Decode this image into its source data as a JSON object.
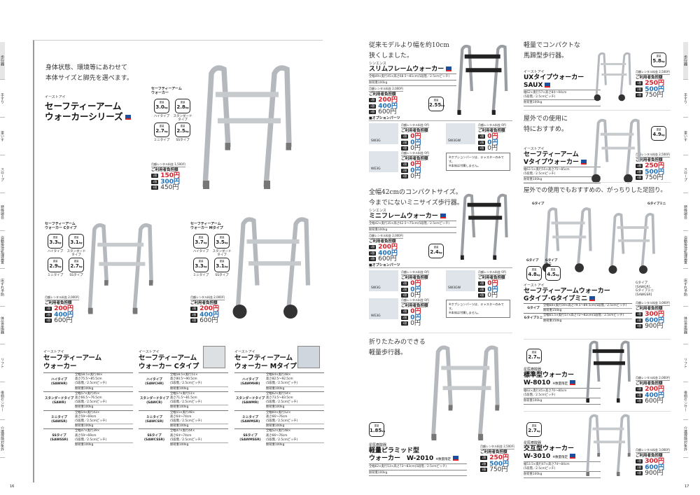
{
  "side_tabs_left": [
    {
      "label": "歩行器",
      "active": true
    },
    {
      "label": "手すり"
    },
    {
      "label": "車いす"
    },
    {
      "label": "スロープ"
    },
    {
      "label": "特殊寝台"
    },
    {
      "label": "自動排泄処理装置"
    },
    {
      "label": "床ずれ予防"
    },
    {
      "label": "体位変換器"
    },
    {
      "label": "リフト"
    },
    {
      "label": "徘徊センサー"
    },
    {
      "label": "介護保険対象外"
    }
  ],
  "page_numbers": {
    "left": "16",
    "right": "17"
  },
  "left": {
    "headline": "身体状態、環境等にあわせて\n本体サイズと脚先を選べます。",
    "series": {
      "maker": "イーストアイ",
      "title": "セーフティーアーム\nウォーカーシリーズ"
    },
    "groups": [
      {
        "label": "セーフティーアーム\nウォーカー",
        "badges": [
          {
            "w": "3.0",
            "l": "ハイタイプ"
          },
          {
            "w": "2.8",
            "l": "スタンダード\nタイプ"
          },
          {
            "w": "2.7",
            "l": "ミニタイプ"
          },
          {
            "w": "2.5",
            "l": "SSタイプ"
          }
        ],
        "price": {
          "note": "月額レンタル料金 1,500円",
          "title": "ご利用者負担額",
          "rows": [
            {
              "tag": "1割",
              "v": "150円"
            },
            {
              "tag": "2割",
              "v": "300円"
            },
            {
              "tag": "3割",
              "v": "450円"
            }
          ]
        }
      },
      {
        "label": "セーフティーアーム\nウォーカー Cタイプ",
        "badges": [
          {
            "w": "3.3",
            "l": "ハイタイプ"
          },
          {
            "w": "3.1",
            "l": "スタンダード\nタイプ"
          },
          {
            "w": "2.9",
            "l": "ミニタイプ"
          },
          {
            "w": "2.7",
            "l": "SSタイプ"
          }
        ],
        "price": {
          "note": "月額レンタル料金 2,000円",
          "title": "ご利用者負担額",
          "rows": [
            {
              "tag": "1割",
              "v": "200円"
            },
            {
              "tag": "2割",
              "v": "400円"
            },
            {
              "tag": "3割",
              "v": "600円"
            }
          ]
        }
      },
      {
        "label": "セーフティーアーム\nウォーカー Mタイプ",
        "badges": [
          {
            "w": "3.7",
            "l": "ハイタイプ"
          },
          {
            "w": "3.5",
            "l": "スタンダード\nタイプ"
          },
          {
            "w": "3.3",
            "l": "ミニタイプ"
          },
          {
            "w": "3.1",
            "l": "SSタイプ"
          }
        ],
        "price": {
          "note": "月額レンタル料金 2,000円",
          "title": "ご利用者負担額",
          "rows": [
            {
              "tag": "1割",
              "v": "200円"
            },
            {
              "tag": "2割",
              "v": "400円"
            },
            {
              "tag": "3割",
              "v": "600円"
            }
          ]
        }
      }
    ],
    "badge_label": "重量",
    "unit": "kg",
    "spec_tables": [
      {
        "maker": "イーストアイ",
        "title": "セーフティーアーム\nウォーカー",
        "rows": [
          {
            "name": "ハイタイプ\n(SAWHR)",
            "size": "全幅58.5×奥行48×\n高さ75.5～85.5cm\n(5段階／2.5cmピッチ)",
            "load": "耐荷重100kg"
          },
          {
            "name": "スタンダードタイプ\n(SAWR)",
            "size": "全幅57×奥行45×\n高さ66.5～76.5cm\n(5段階／2.5cmピッチ)",
            "load": "耐荷重100kg"
          },
          {
            "name": "ミニタイプ\n(SAWSR)",
            "size": "全幅54×奥行43×\n高さ59～69cm\n(5段階／2.5cmピッチ)",
            "load": "耐荷重100kg"
          },
          {
            "name": "SSタイプ\n(SAWSSR)",
            "size": "全幅47×奥行39×\n高さ59～69cm\n(5段階／2.5cmピッチ)",
            "load": "耐荷重100kg"
          }
        ]
      },
      {
        "maker": "イーストアイ",
        "title": "セーフティーアーム\nウォーカー Cタイプ",
        "rows": [
          {
            "name": "ハイタイプ\n(SAWCHR)",
            "size": "全幅58.5×奥行51×\n高さ80.5～90.5cm\n(5段階／2.5cmピッチ)",
            "load": "耐荷重100kg"
          },
          {
            "name": "スタンダードタイプ\n(SAWCR)",
            "size": "全幅57×奥行51×\n高さ71.5～81.5cm\n(5段階／2.5cmピッチ)",
            "load": "耐荷重100kg"
          },
          {
            "name": "ミニタイプ\n(SAWCSR)",
            "size": "全幅55×奥行48×\n高さ64～74cm\n(5段階／2.5cmピッチ)",
            "load": "耐荷重100kg"
          },
          {
            "name": "SSタイプ\n(SAWCSSR)",
            "size": "全幅47×奥行44×\n高さ64～74cm\n(5段階／2.5cmピッチ)",
            "load": "耐荷重100kg"
          }
        ]
      },
      {
        "maker": "イーストアイ",
        "title": "セーフティーアーム\nウォーカー Mタイプ",
        "rows": [
          {
            "name": "ハイタイプ\n(SAWMHR)",
            "size": "全幅64×奥行48×\n高さ82.5～92.5cm\n(5段階／2.5cmピッチ)",
            "load": "耐荷重100kg"
          },
          {
            "name": "スタンダードタイプ\n(SAWMR)",
            "size": "全幅62×奥行54×\n高さ73.5～83.5cm\n(5段階／2.5cmピッチ)",
            "load": "耐荷重100kg"
          },
          {
            "name": "ミニタイプ\n(SAWMSR)",
            "size": "全幅60×奥行52×\n高さ66～76cm\n(5段階／2.5cmピッチ)",
            "load": "耐荷重100kg"
          },
          {
            "name": "SSタイプ\n(SAWMSSR)",
            "size": "全幅52×奥行48×\n高さ66～76cm\n(5段階／2.5cmピッチ)",
            "load": "耐荷重100kg"
          }
        ]
      }
    ]
  },
  "right": {
    "option_heading": "■オプションパーツ",
    "option_note": "※オプションパーツは、キャスターのみです。\n※本体は付属しません。",
    "option_price": {
      "note": "月額レンタル料金 0円",
      "title": "ご利用者負担額",
      "rows": [
        {
          "tag": "1割",
          "v": "0円"
        },
        {
          "tag": "2割",
          "v": "0円"
        },
        {
          "tag": "3割",
          "v": "0円"
        }
      ]
    },
    "option_codes": [
      "SW3G",
      "SW3GW",
      "WE3G"
    ],
    "products": [
      {
        "headline": "従来モデルより幅を約10cm\n狭くしました。",
        "maker": "シンエンス",
        "title": "スリムフレームウォーカー",
        "spec": "全幅49×奥行45×高さ68.5～81cm(5段階／2.5cmピッチ)",
        "load": "耐荷重100kg",
        "weight": "2.55",
        "price": {
          "note": "月額レンタル料金 2,000円",
          "title": "ご利用者負担額",
          "rows": [
            {
              "tag": "1割",
              "v": "200円"
            },
            {
              "tag": "2割",
              "v": "400円"
            },
            {
              "tag": "3割",
              "v": "600円"
            }
          ]
        }
      },
      {
        "headline": "全幅42cmのコンパクトサイズ。\n今までにないミニサイズ歩行器。",
        "maker": "シンエンス",
        "title": "ミニフレームウォーカー",
        "spec": "全幅42×奥行35×高さ62.5～75cm(5段階／2.5cmピッチ)",
        "load": "耐荷重100kg",
        "weight": "2.4",
        "price": {
          "note": "月額レンタル料金 2,000円",
          "title": "ご利用者負担額",
          "rows": [
            {
              "tag": "1割",
              "v": "200円"
            },
            {
              "tag": "2割",
              "v": "400円"
            },
            {
              "tag": "3割",
              "v": "600円"
            }
          ]
        }
      },
      {
        "headline": "折りたたみのできる\n軽量歩行器。",
        "maker": "星医療酸器",
        "title": "軽量ピラミッド型\nウォーカー　W-2010",
        "limited": "※数量限定",
        "spec": "全幅62×奥行53×高さ73～83cm(5段階／2.5cmピッチ)",
        "load": "耐荷重100kg",
        "weight": "1.85",
        "price": {
          "note": "月額レンタル料金 2,500円",
          "title": "ご利用者負担額",
          "rows": [
            {
              "tag": "1割",
              "v": "250円"
            },
            {
              "tag": "2割",
              "v": "500円"
            },
            {
              "tag": "3割",
              "v": "750円"
            }
          ]
        }
      },
      {
        "headline": "軽量でコンパクトな\n馬蹄型歩行器。",
        "maker": "イーストアイ",
        "title": "UXタイプウォーカー\nSAUX",
        "spec": "幅62×奥行57×高さ84～94cm\n(5段階／2.5cmピッチ)",
        "load": "耐荷重100kg",
        "weight": "5.8",
        "price": {
          "note": "月額レンタル料金 2,500円",
          "title": "ご利用者負担額",
          "rows": [
            {
              "tag": "1割",
              "v": "250円"
            },
            {
              "tag": "2割",
              "v": "500円"
            },
            {
              "tag": "3割",
              "v": "750円"
            }
          ]
        }
      },
      {
        "headline": "屋外での使用に\n特におすすめ。",
        "maker": "イーストアイ",
        "title": "セーフティーアーム\nVタイプウォーカー",
        "spec": "幅63.5×奥行55×高さ75～85cm\n(5段階／2.5cmピッチ)",
        "load": "耐荷重100kg",
        "weight": "4.9",
        "price": {
          "note": "月額レンタル料金 2,500円",
          "title": "ご利用者負担額",
          "rows": [
            {
              "tag": "1割",
              "v": "250円"
            },
            {
              "tag": "2割",
              "v": "500円"
            },
            {
              "tag": "3割",
              "v": "750円"
            }
          ]
        }
      },
      {
        "headline": "屋外での使用でもおすすめの、がっちりした足回り。",
        "maker": "イーストアイ",
        "title": "セーフティーアームウォーカー\nGタイプ･Gタイプミニ",
        "img_labels": [
          "Gタイプ",
          "Gタイプミニ"
        ],
        "badges": [
          {
            "w": "4.8",
            "l": "Gタイプ"
          },
          {
            "w": "4.5",
            "l": "Gタイプ\nミニ"
          }
        ],
        "spec_rows": [
          {
            "name": "Gタイプ",
            "size": "全幅68×奥行59×高さ79.5～89.5cm(5段階／2.5cmピッチ)",
            "load": "耐荷重150kg"
          },
          {
            "name": "Gタイプミニ",
            "size": "全幅65.5×奥行57×高さ72～82cm(5段階／2.5cmピッチ)",
            "load": "耐荷重150kg"
          }
        ],
        "codes": "Gタイプ\n[SAWGR]、\nGタイプミニ\n[SAWGSR]",
        "price": {
          "note": "月額レンタル料金 3,000円",
          "title": "ご利用者負担額",
          "rows": [
            {
              "tag": "1割",
              "v": "300円"
            },
            {
              "tag": "2割",
              "v": "600円"
            },
            {
              "tag": "3割",
              "v": "900円"
            }
          ]
        }
      },
      {
        "maker": "星医療酸器",
        "title": "標準型ウォーカー\nW-8010",
        "limited": "※数量限定",
        "spec": "幅62×奥行45×高さ70～80cm\n(5段階／2.5cmピッチ)",
        "load": "耐荷重100kg",
        "weight": "2.7",
        "price": {
          "note": "月額レンタル料金 2,000円",
          "title": "ご利用者負担額",
          "rows": [
            {
              "tag": "1割",
              "v": "200円"
            },
            {
              "tag": "2割",
              "v": "400円"
            },
            {
              "tag": "3割",
              "v": "600円"
            }
          ]
        }
      },
      {
        "maker": "星医療酸器",
        "title": "交互型ウォーカー\nW-3010",
        "limited": "※数量限定",
        "spec": "幅53.5×奥行47×高さ74～84cm\n(5段階／2.5cmピッチ)",
        "load": "耐荷重100kg",
        "weight": "2.7",
        "price": {
          "note": "月額レンタル料金 3,000円",
          "title": "ご利用者負担額",
          "rows": [
            {
              "tag": "1割",
              "v": "300円"
            },
            {
              "tag": "2割",
              "v": "600円"
            },
            {
              "tag": "3割",
              "v": "900円"
            }
          ]
        }
      }
    ]
  }
}
